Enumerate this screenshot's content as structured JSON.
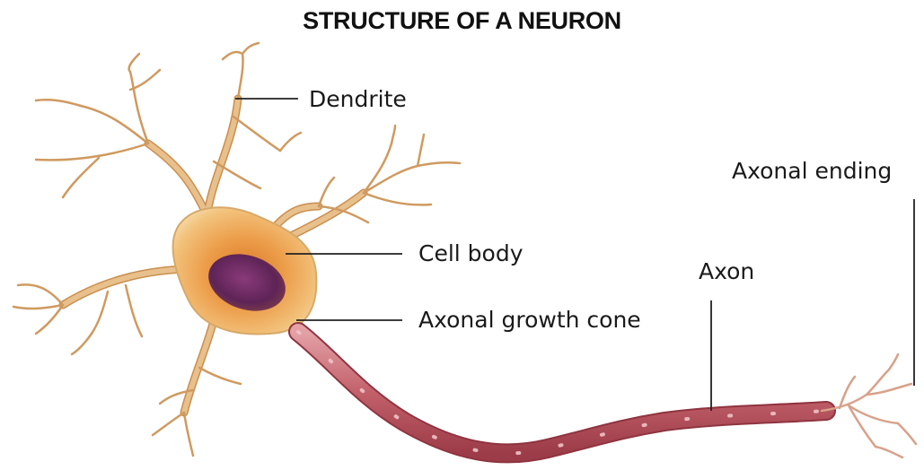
{
  "title": "STRUCTURE OF A NEURON",
  "labels": {
    "dendrite": "Dendrite",
    "cell_body": "Cell body",
    "axonal_growth_cone": "Axonal growth cone",
    "axon": "Axon",
    "axonal_ending": "Axonal ending"
  },
  "colors": {
    "cell_body": "#e8a24a",
    "nucleus": "#6b2a5e",
    "dendrite": "#e6b77d",
    "axon": "#b8505a",
    "leader_line": "#222222"
  }
}
